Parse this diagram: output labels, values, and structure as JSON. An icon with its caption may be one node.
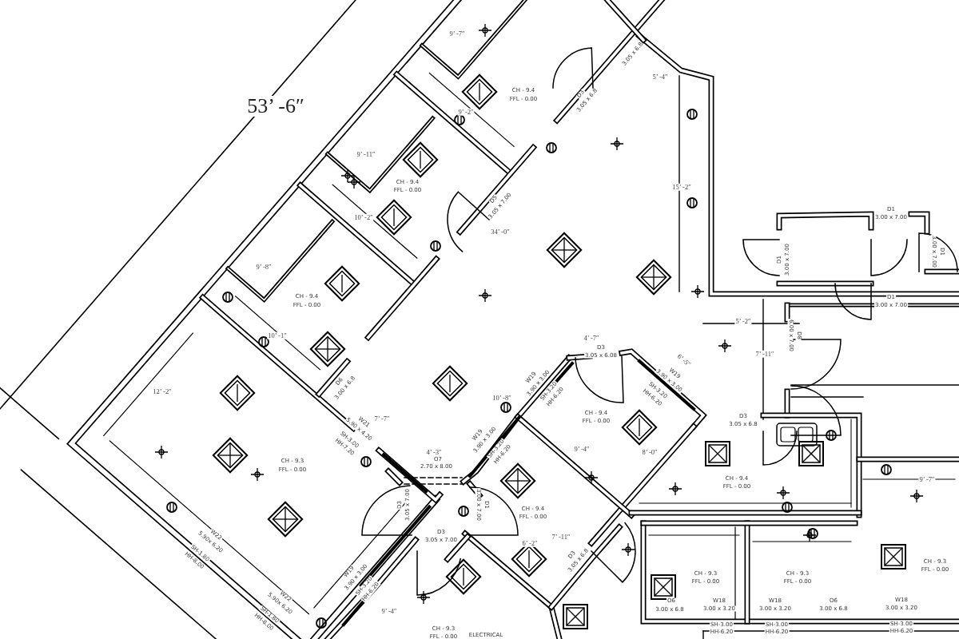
{
  "diagram": {
    "labels": [
      "53’ -6″",
      "9’ -7″",
      "CH - 9.4",
      "FFL - 0.00",
      "D3",
      "3.05 x 6.8",
      "3.05 x 6.8",
      "5’ -4″",
      "9’ -11″",
      "CH - 9.4",
      "FFL - 0.00",
      "D5",
      "3.05 x 7.00",
      "10’ -2″",
      "34’ -0″",
      "15’ -2″",
      "9’ -8″",
      "CH - 9.4",
      "FFL - 0.00",
      "10’ -1″",
      "12’ -2″",
      "D6",
      "3.00 x 6.8",
      "W21",
      "5.90 x 4.20",
      "SH-3.00",
      "HH-7.20",
      "7’ -7″",
      "CH - 9.3",
      "FFL - 0.00",
      "W22",
      "5.90x 6.20",
      "SH-1.80",
      "HH-8.00",
      "W22",
      "5.90x 6.20",
      "SH-1.80",
      "HH-8.00",
      "4’ -3″",
      "O7",
      "2.70 x 8.00",
      "W19",
      "3.90 x 3.00",
      "SH-3.20",
      "HH-6.20",
      "10’ -8″",
      "W19",
      "3.90 x 3.00",
      "SH-3.20",
      "HH-6.20",
      "4’ -7″",
      "D3",
      "3.05 x 6.08",
      "6’ -5″",
      "W19",
      "3.90 x 3.00",
      "SH-3.20",
      "HH-6.20",
      "CH - 9.4",
      "FFL - 0.00",
      "9’ -4″",
      "8’ -0″",
      "D3",
      "3.05 x 7.00",
      "D1",
      "3.00 x 7.00",
      "D3",
      "3.05 x 7.00",
      "CH - 9.4",
      "FFL - 0.00",
      "6’ -2″",
      "7’ -11″",
      "D3",
      "3.05 x 6.8",
      "W19",
      "3.90 x 3.00",
      "SH-3.20",
      "HH-6.20",
      "9’ -4″",
      "CH - 9.3",
      "FFL - 0.00",
      "ELECTRICAL",
      "D1",
      "3.00 x 7.00",
      "D1",
      "3.00 x 7.00",
      "D1",
      "3.00 x 7.00",
      "D1",
      "3.00 x 7.00",
      "5’ -2″",
      "7’ -11″",
      "D8",
      "6.00 x 7.00",
      "D3",
      "3.05 x 6.8",
      "CH - 9.4",
      "FFL - 0.00",
      "9’ -7″",
      "CH - 9.3",
      "FFL - 0.00",
      "CH - 9.3",
      "FFL - 0.00",
      "CH - 9.3",
      "FFL - 0.00",
      "O6",
      "3.00 x 6.8",
      "W18",
      "3.00 x 3.20",
      "W18",
      "3.00 x 3.20",
      "O6",
      "3.00 x 6.8",
      "W18",
      "3.00 x 3.20",
      "SH-3.00",
      "HH-6.20",
      "SH-3.00",
      "HH-6.20",
      "SH-3.00",
      "HH-6.20",
      "9’ -2″"
    ]
  }
}
